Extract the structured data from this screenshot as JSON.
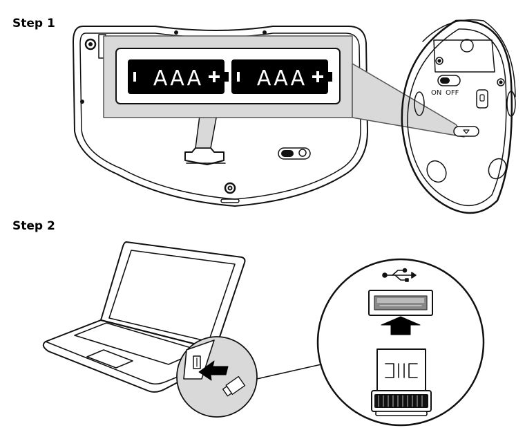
{
  "steps": [
    {
      "label": "Step 1"
    },
    {
      "label": "Step 2"
    }
  ],
  "battery": {
    "label": "AAA",
    "count": 2
  },
  "mouse_switch": {
    "on_label": "ON",
    "off_label": "OFF"
  },
  "colors": {
    "line": "#111111",
    "callout_fill": "#d9d9d9",
    "battery_fill": "#000000",
    "battery_text": "#ffffff"
  },
  "icons": [
    "usb-symbol-icon",
    "up-arrow-icon",
    "insert-arrow-icon"
  ]
}
